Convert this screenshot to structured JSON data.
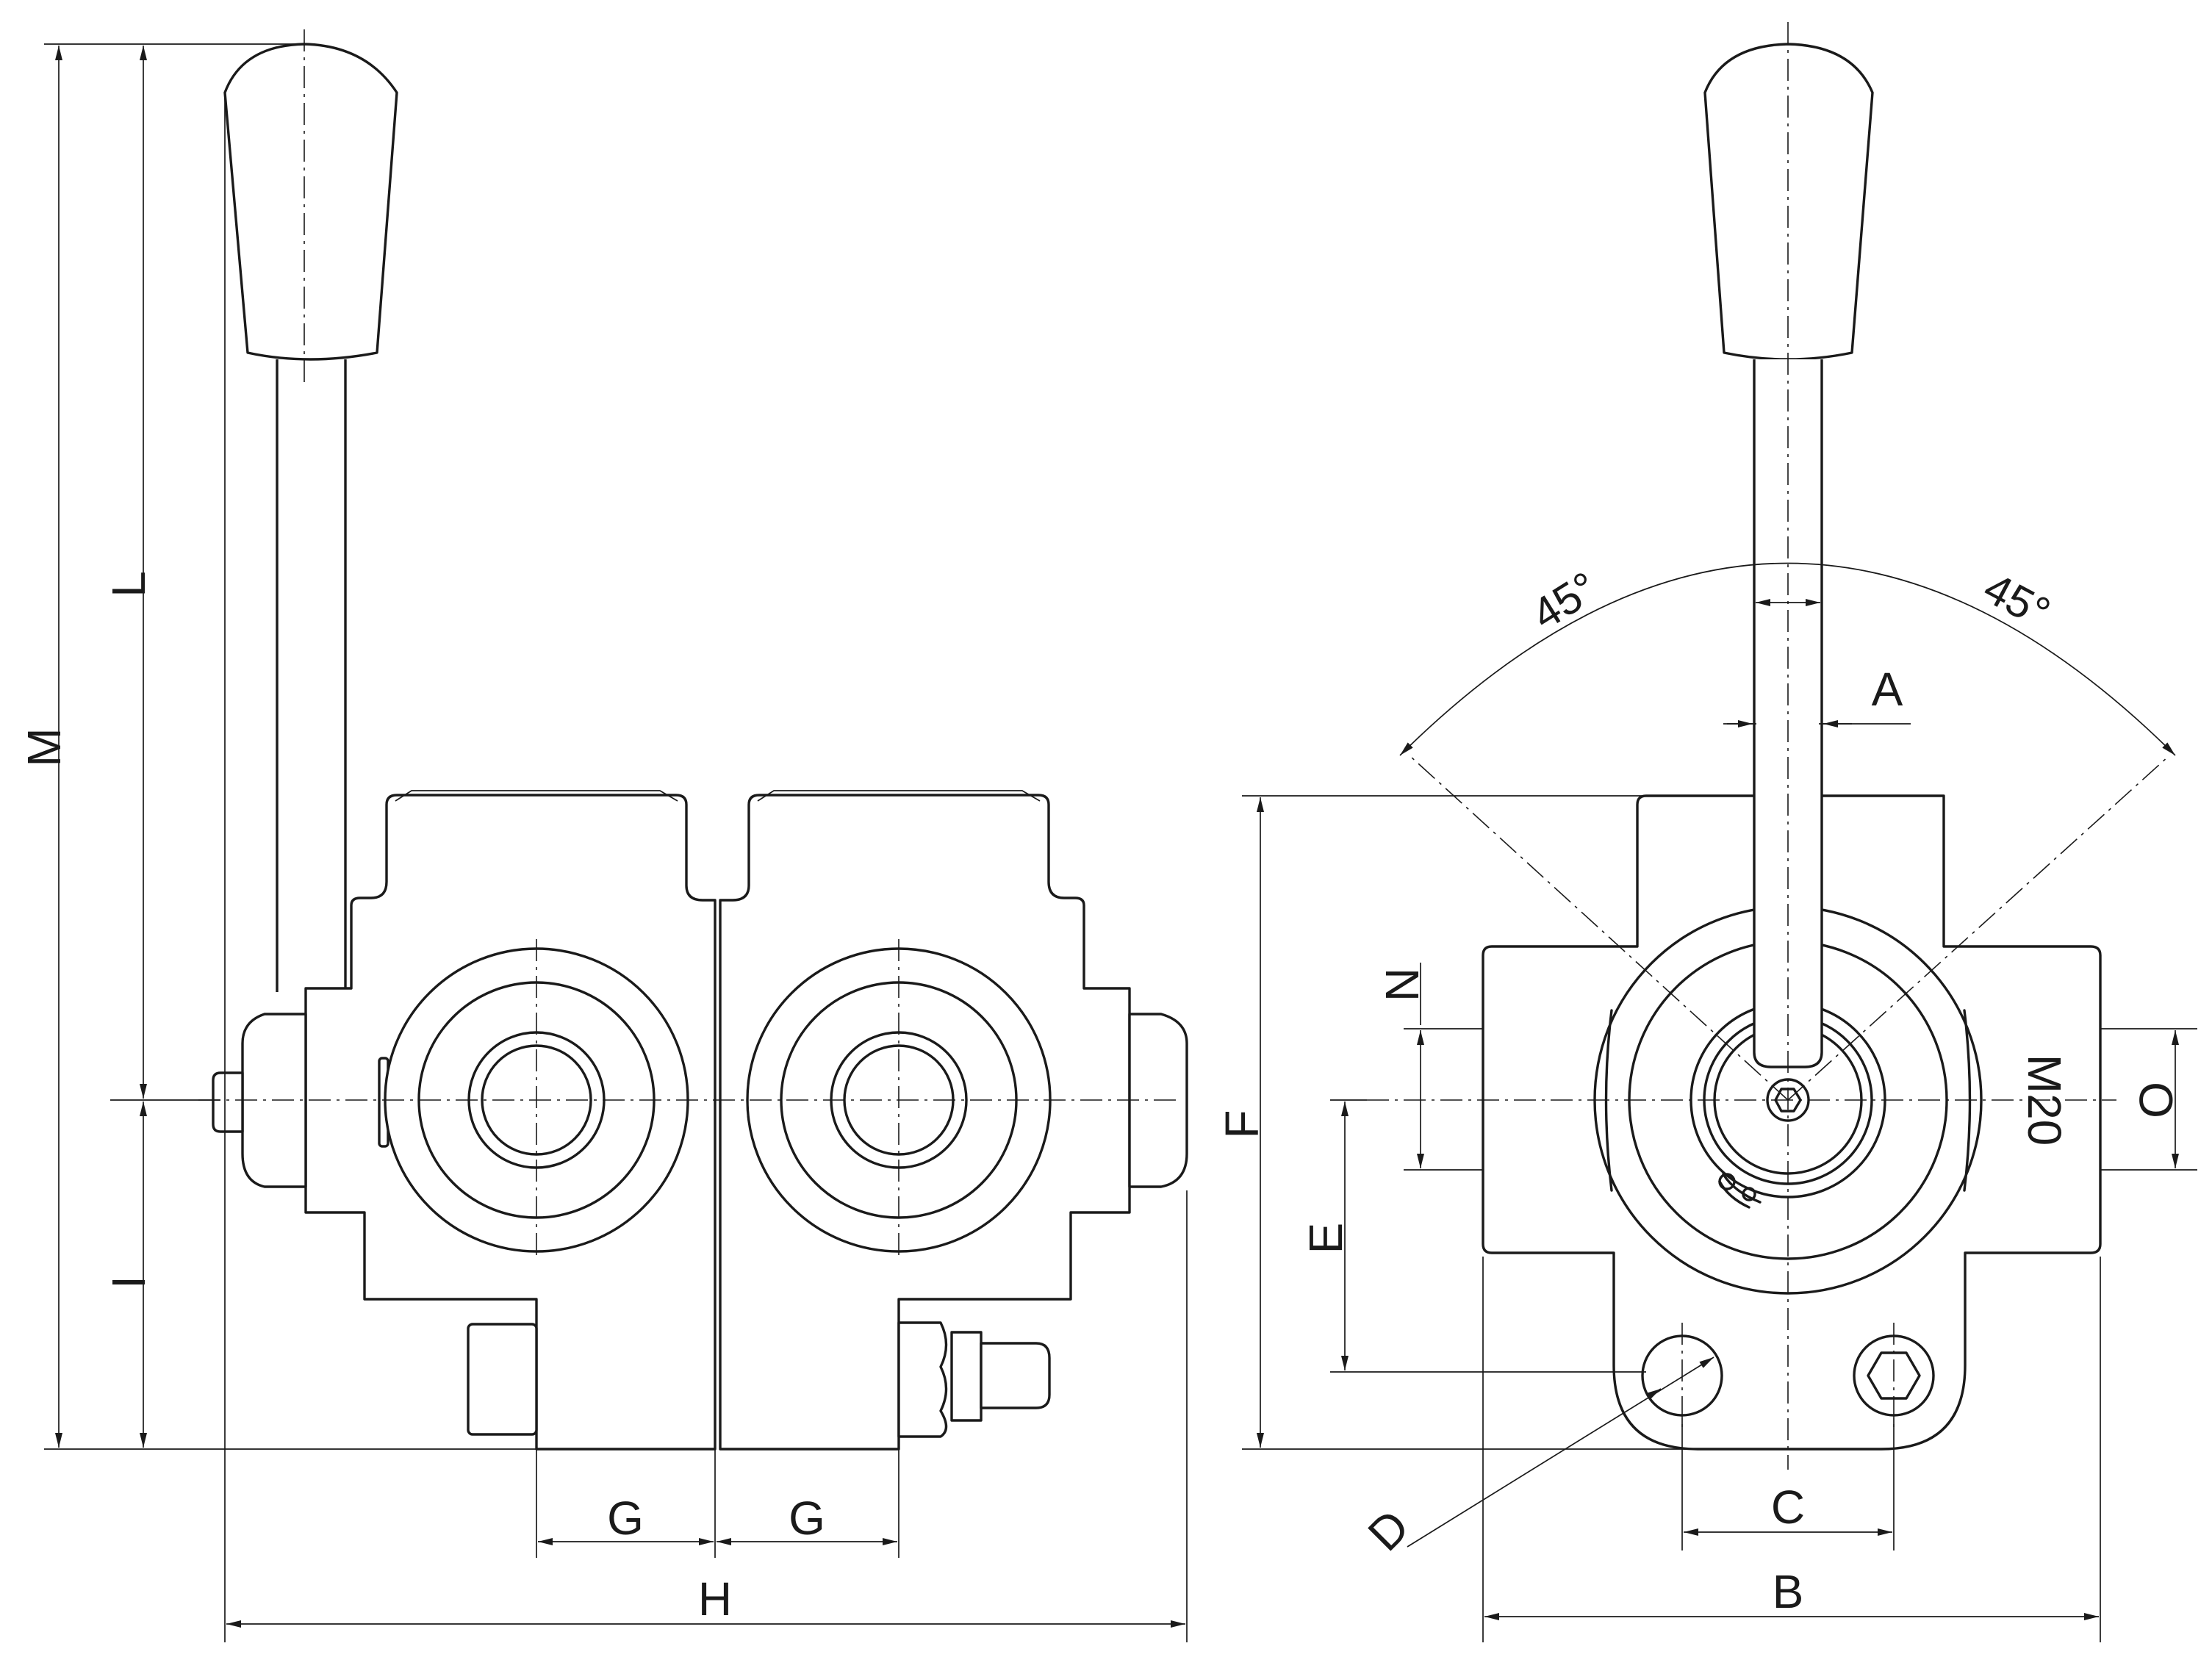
{
  "drawing": {
    "dimension_labels": {
      "A": "A",
      "B": "B",
      "C": "C",
      "D": "D",
      "E": "E",
      "F": "F",
      "G_left": "G",
      "G_right": "G",
      "H": "H",
      "I": "I",
      "L": "L",
      "M": "M",
      "N": "N",
      "O": "O"
    },
    "angle_left": "45°",
    "angle_right": "45°",
    "thread_marking": "M20"
  }
}
